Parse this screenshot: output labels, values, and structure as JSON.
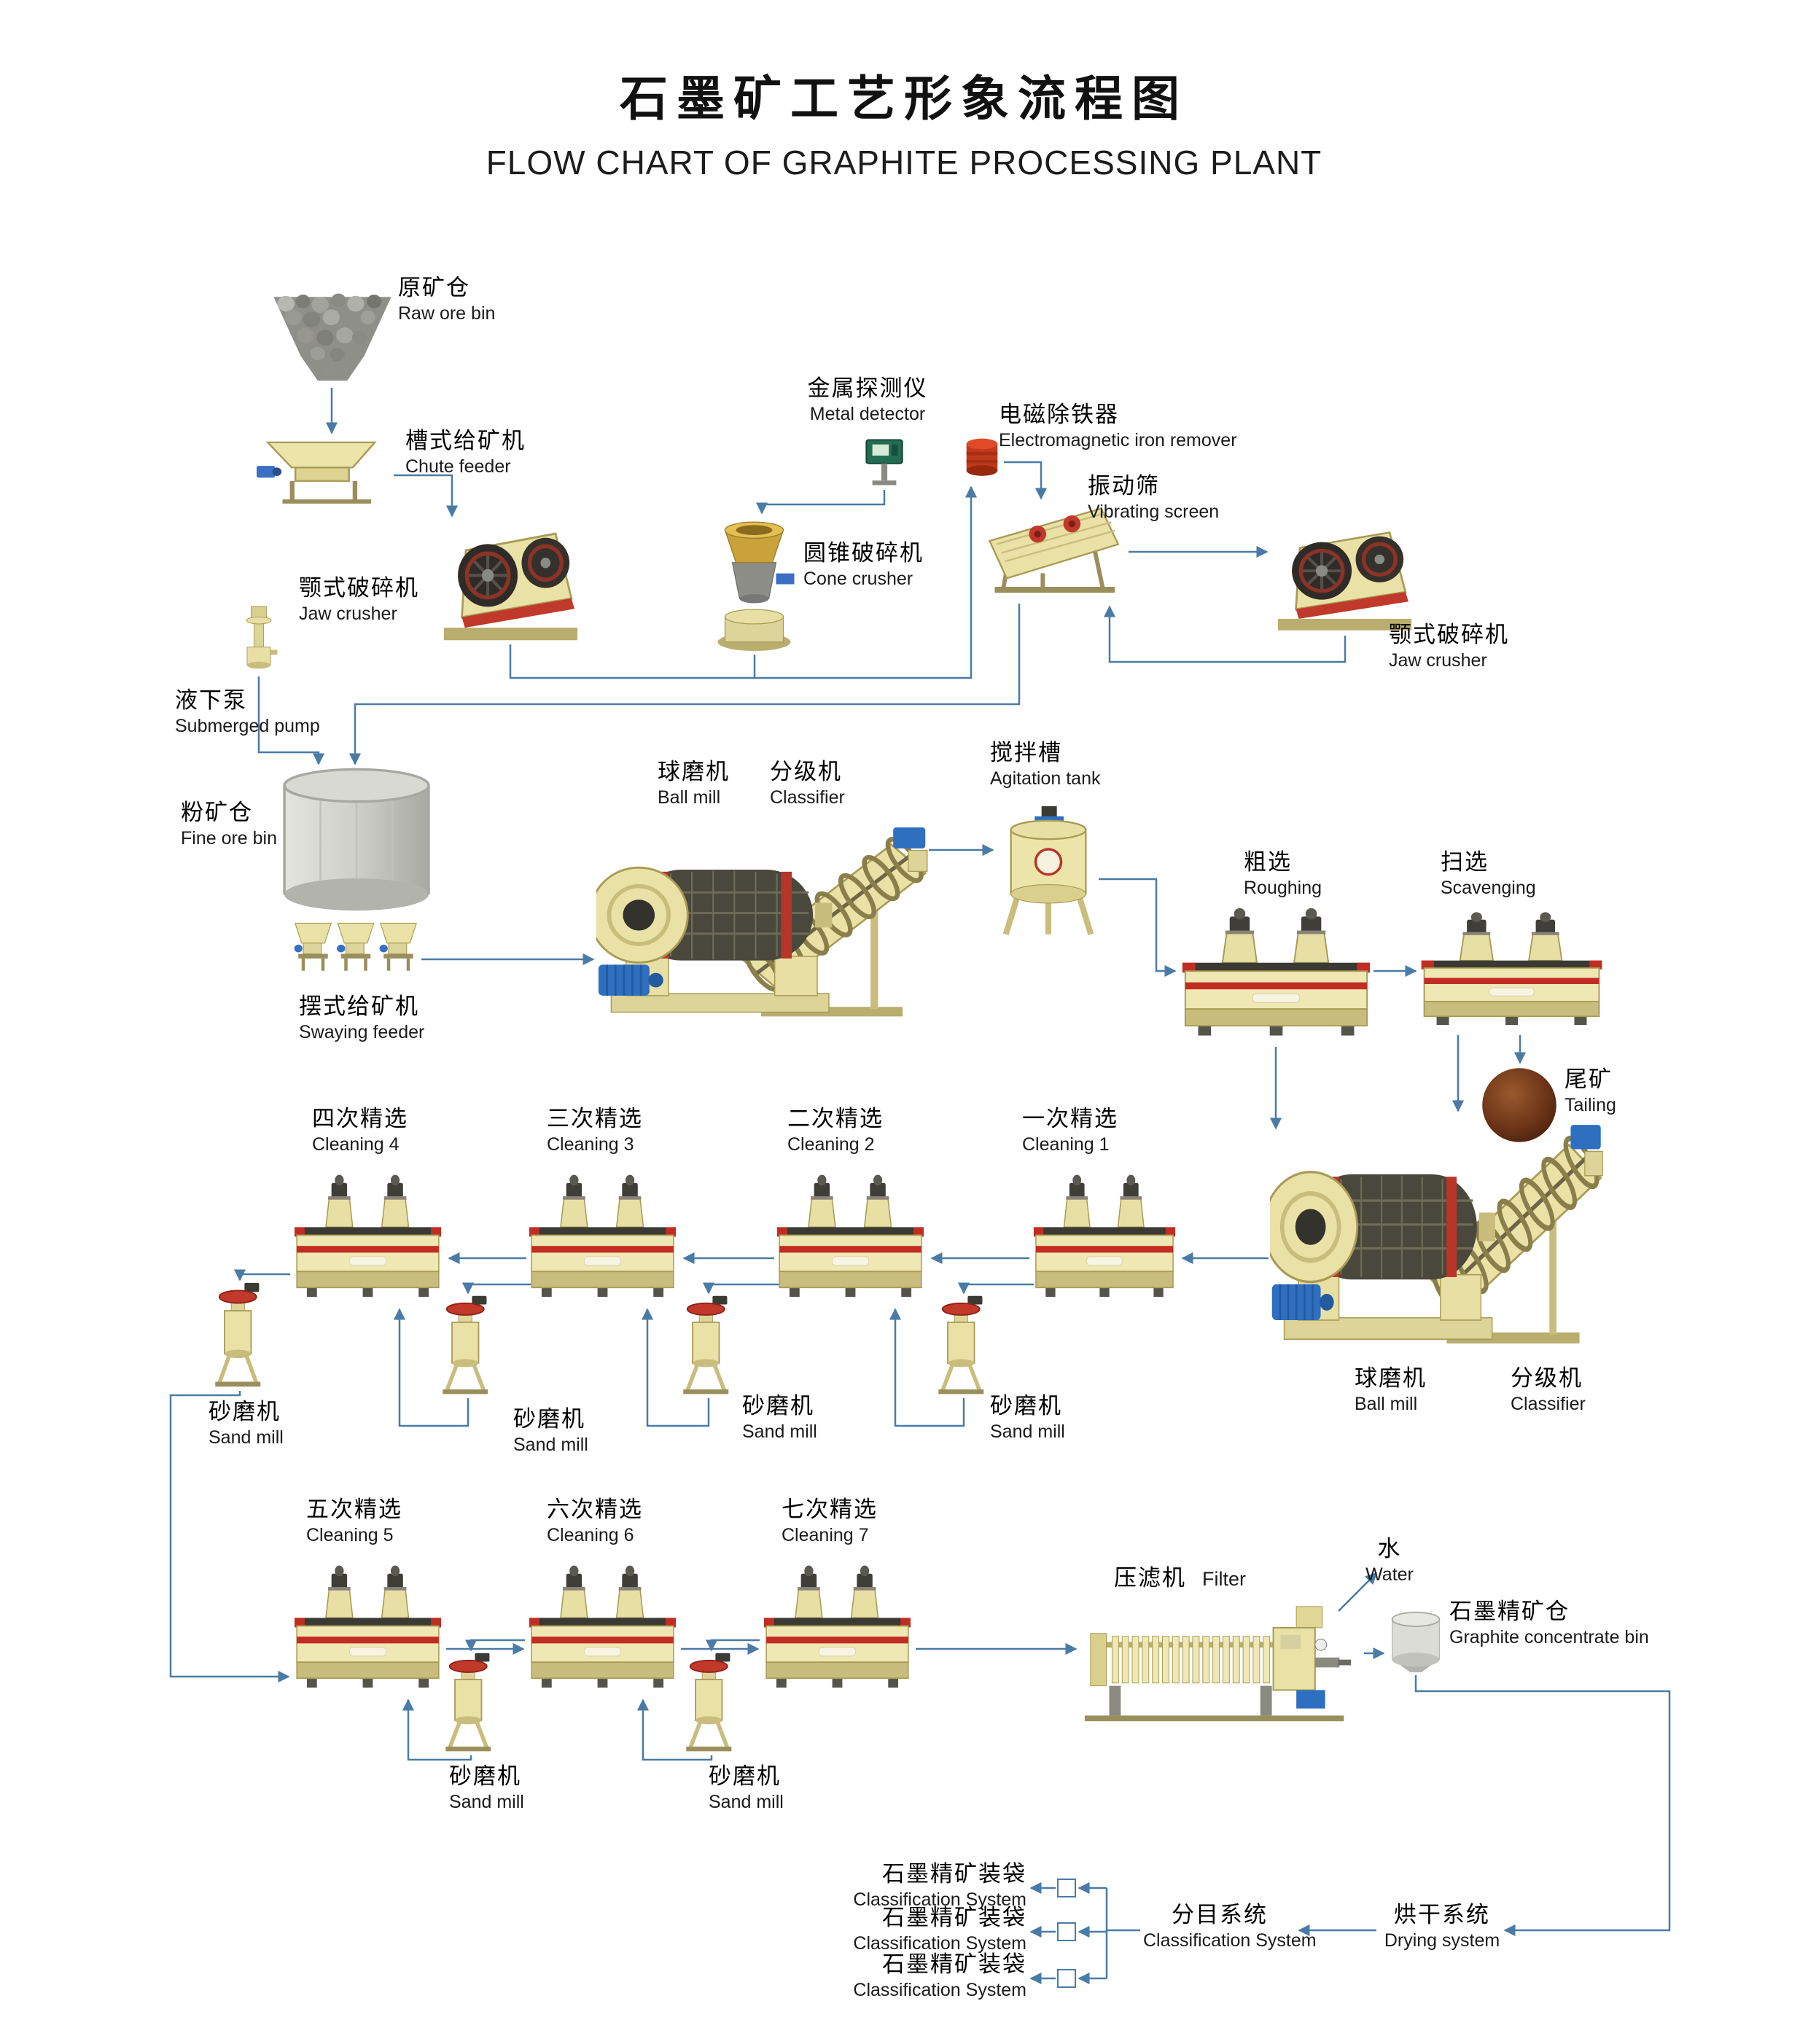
{
  "title": {
    "cn": "石墨矿工艺形象流程图",
    "en": "FLOW CHART OF GRAPHITE PROCESSING PLANT"
  },
  "nodes": {
    "raw_ore_bin": {
      "cn": "原矿仓",
      "en": "Raw ore bin"
    },
    "chute_feeder": {
      "cn": "槽式给矿机",
      "en": "Chute feeder"
    },
    "jaw_crusher_1": {
      "cn": "颚式破碎机",
      "en": "Jaw  crusher"
    },
    "metal_detector": {
      "cn": "金属探测仪",
      "en": "Metal detector"
    },
    "iron_remover": {
      "cn": "电磁除铁器",
      "en": "Electromagnetic iron remover"
    },
    "cone_crusher": {
      "cn": "圆锥破碎机",
      "en": "Cone crusher"
    },
    "vibrating_screen": {
      "cn": "振动筛",
      "en": "Vibrating screen"
    },
    "jaw_crusher_2": {
      "cn": "颚式破碎机",
      "en": "Jaw crusher"
    },
    "submerged_pump": {
      "cn": "液下泵",
      "en": "Submerged pump"
    },
    "fine_ore_bin": {
      "cn": "粉矿仓",
      "en": "Fine ore bin"
    },
    "swaying_feeder": {
      "cn": "摆式给矿机",
      "en": "Swaying feeder"
    },
    "ball_mill_1": {
      "cn": "球磨机",
      "en": "Ball mill"
    },
    "classifier_1": {
      "cn": "分级机",
      "en": "Classifier"
    },
    "agitation_tank": {
      "cn": "搅拌槽",
      "en": "Agitation tank"
    },
    "roughing": {
      "cn": "粗选",
      "en": "Roughing"
    },
    "scavenging": {
      "cn": "扫选",
      "en": "Scavenging"
    },
    "tailing": {
      "cn": "尾矿",
      "en": "Tailing"
    },
    "ball_mill_2": {
      "cn": "球磨机",
      "en": "Ball mill"
    },
    "classifier_2": {
      "cn": "分级机",
      "en": "Classifier"
    },
    "cleaning_1": {
      "cn": "一次精选",
      "en": "Cleaning 1"
    },
    "cleaning_2": {
      "cn": "二次精选",
      "en": "Cleaning 2"
    },
    "cleaning_3": {
      "cn": "三次精选",
      "en": "Cleaning 3"
    },
    "cleaning_4": {
      "cn": "四次精选",
      "en": "Cleaning 4"
    },
    "cleaning_5": {
      "cn": "五次精选",
      "en": "Cleaning 5"
    },
    "cleaning_6": {
      "cn": "六次精选",
      "en": "Cleaning 6"
    },
    "cleaning_7": {
      "cn": "七次精选",
      "en": "Cleaning 7"
    },
    "sand_mill_1": {
      "cn": "砂磨机",
      "en": "Sand mill"
    },
    "sand_mill_2": {
      "cn": "砂磨机",
      "en": "Sand mill"
    },
    "sand_mill_3": {
      "cn": "砂磨机",
      "en": "Sand mill"
    },
    "sand_mill_4": {
      "cn": "砂磨机",
      "en": "Sand mill"
    },
    "sand_mill_5": {
      "cn": "砂磨机",
      "en": "Sand mill"
    },
    "sand_mill_6": {
      "cn": "砂磨机",
      "en": "Sand mill"
    },
    "filter": {
      "cn": "压滤机",
      "en": "Filter"
    },
    "water": {
      "cn": "水",
      "en": "Water"
    },
    "concentrate_bin": {
      "cn": "石墨精矿仓",
      "en": "Graphite concentrate bin"
    },
    "drying_system": {
      "cn": "烘干系统",
      "en": "Drying system"
    },
    "classification_system": {
      "cn": "分目系统",
      "en": "Classification System"
    },
    "bagging_1": {
      "cn": "石墨精矿装袋",
      "en": "Classification System"
    },
    "bagging_2": {
      "cn": "石墨精矿装袋",
      "en": "Classification System"
    },
    "bagging_3": {
      "cn": "石墨精矿装袋",
      "en": "Classification System"
    }
  },
  "colors": {
    "line": "#4a7ba6",
    "machine_body": "#efe8b5",
    "accent_red": "#c22d23",
    "background": "#ffffff"
  }
}
